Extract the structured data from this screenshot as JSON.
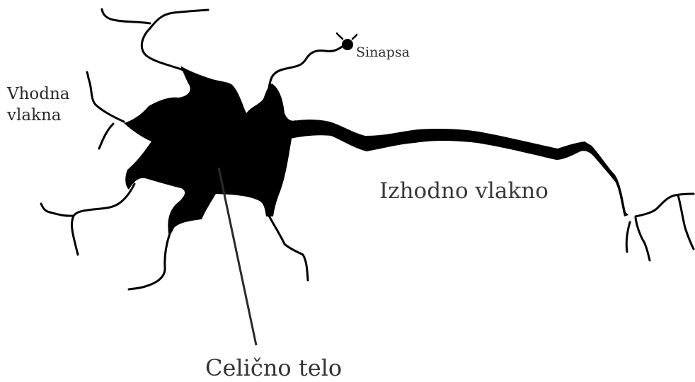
{
  "diagram": {
    "labels": {
      "synapse": "Sinapsa",
      "input_line1": "Vhodna",
      "input_line2": "vlakna",
      "output": "Izhodno vlakno",
      "cell_body": "Celično telo"
    },
    "colors": {
      "ink": "#000000",
      "text": "#333333",
      "pointer": "#2a2a2a",
      "background": "#ffffff"
    }
  }
}
